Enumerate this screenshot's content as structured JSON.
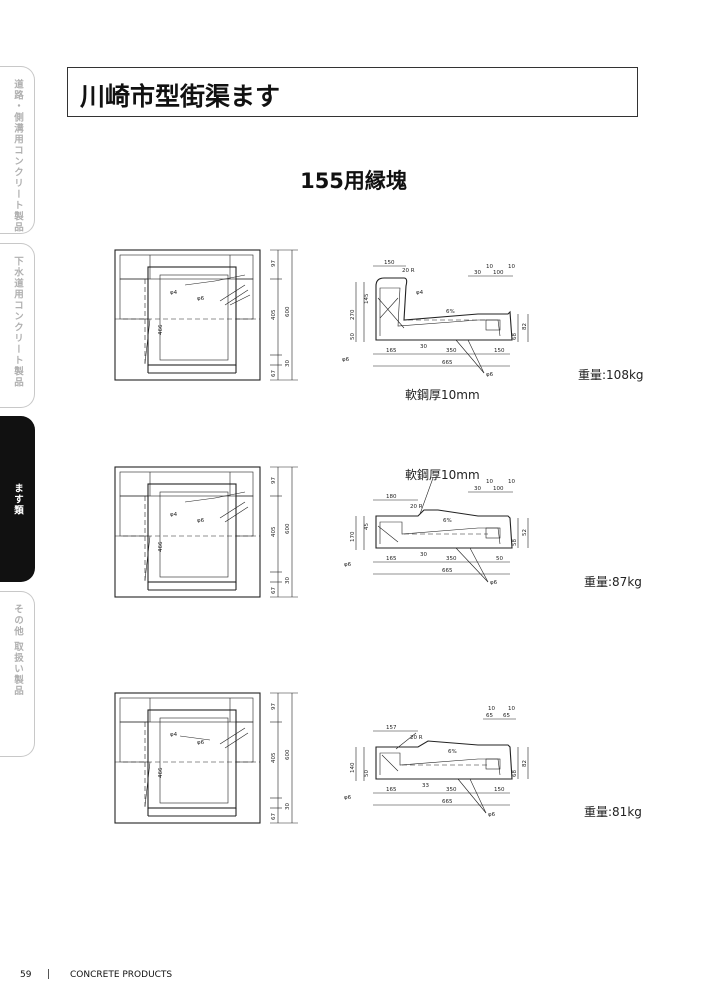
{
  "sidebar": {
    "tabs": [
      {
        "label": "道路・側溝用コンクリート製品",
        "active": false
      },
      {
        "label": "下水道用コンクリート製品",
        "active": false
      },
      {
        "label": "ます類",
        "active": true
      },
      {
        "label": "その他 取扱い製品",
        "active": false
      }
    ]
  },
  "header": {
    "title": "川崎市型街渠ます"
  },
  "section": {
    "subtitle": "155用縁塊"
  },
  "drawings": [
    {
      "weight": "重量:108kg",
      "note": "軟鋼厚10mm"
    },
    {
      "weight": "重量:87kg",
      "note": "軟鋼厚10mm"
    },
    {
      "weight": "重量:81kg",
      "note": ""
    }
  ],
  "dims": {
    "plan": {
      "d97": "97",
      "d405": "405",
      "d600": "600",
      "d30": "30",
      "d67": "67",
      "d466": "466",
      "phi4": "φ4",
      "phi6": "φ6"
    },
    "d1": {
      "d150": "150",
      "d20r": "20 R",
      "d10a": "10",
      "d10b": "10",
      "d30": "30",
      "d100": "100",
      "phi4": "φ4",
      "pct": "6%",
      "d270": "270",
      "d145": "145",
      "d50": "50",
      "d165": "165",
      "d30b": "30",
      "d350": "350",
      "d150b": "150",
      "d665": "665",
      "d68": "68",
      "d82": "82",
      "phi6": "φ6"
    },
    "d2": {
      "d180": "180",
      "d20r": "20 R",
      "d10a": "10",
      "d10b": "10",
      "d30": "30",
      "d100": "100",
      "pct": "6%",
      "d170": "170",
      "d45": "45",
      "d165": "165",
      "d30b": "30",
      "d350": "350",
      "d50": "50",
      "d665": "665",
      "d58": "58",
      "d52": "52",
      "phi6": "φ6"
    },
    "d3": {
      "d157": "157",
      "d20r": "20 R",
      "d10a": "10",
      "d10b": "10",
      "d65a": "65",
      "d65b": "65",
      "pct": "6%",
      "d140": "140",
      "d50": "50",
      "d165": "165",
      "d33": "33",
      "d350": "350",
      "d150": "150",
      "d665": "665",
      "d68": "68",
      "d82": "82",
      "phi6": "φ6"
    }
  },
  "footer": {
    "page": "59",
    "label": "CONCRETE PRODUCTS"
  }
}
